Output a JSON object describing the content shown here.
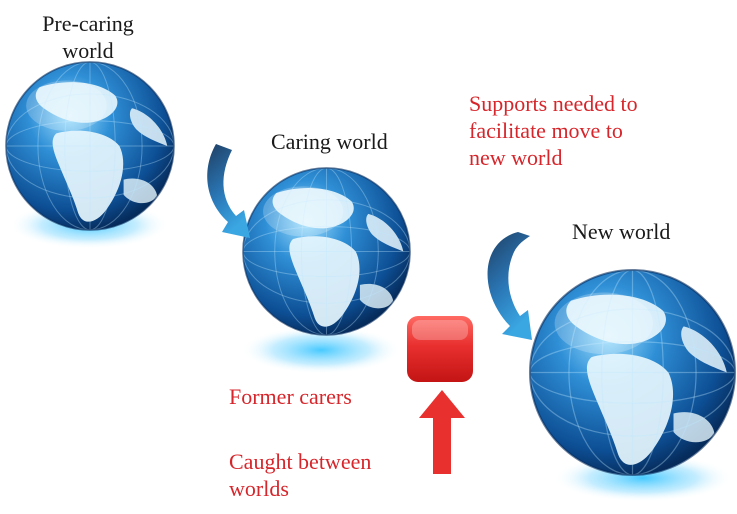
{
  "colors": {
    "text": "#1a1a1a",
    "accent_red": "#d6262b",
    "globe_ocean": "#2f8fd6",
    "globe_land": "#dff2fb",
    "arrow_dark": "#1f3f63",
    "arrow_light": "#3aa7e3",
    "block_red": "#e8302f"
  },
  "icons": [
    "globe-icon",
    "curved-arrow-icon",
    "red-block-icon",
    "up-arrow-icon"
  ],
  "labels": {
    "pre_caring_line1": "Pre-caring",
    "pre_caring_line2": "world",
    "caring_world": "Caring world",
    "new_world": "New world",
    "supports_line1": "Supports needed to",
    "supports_line2": "facilitate move to",
    "supports_line3": "new world",
    "former_carers": "Former carers",
    "caught_line1": "Caught between",
    "caught_line2": "worlds"
  }
}
